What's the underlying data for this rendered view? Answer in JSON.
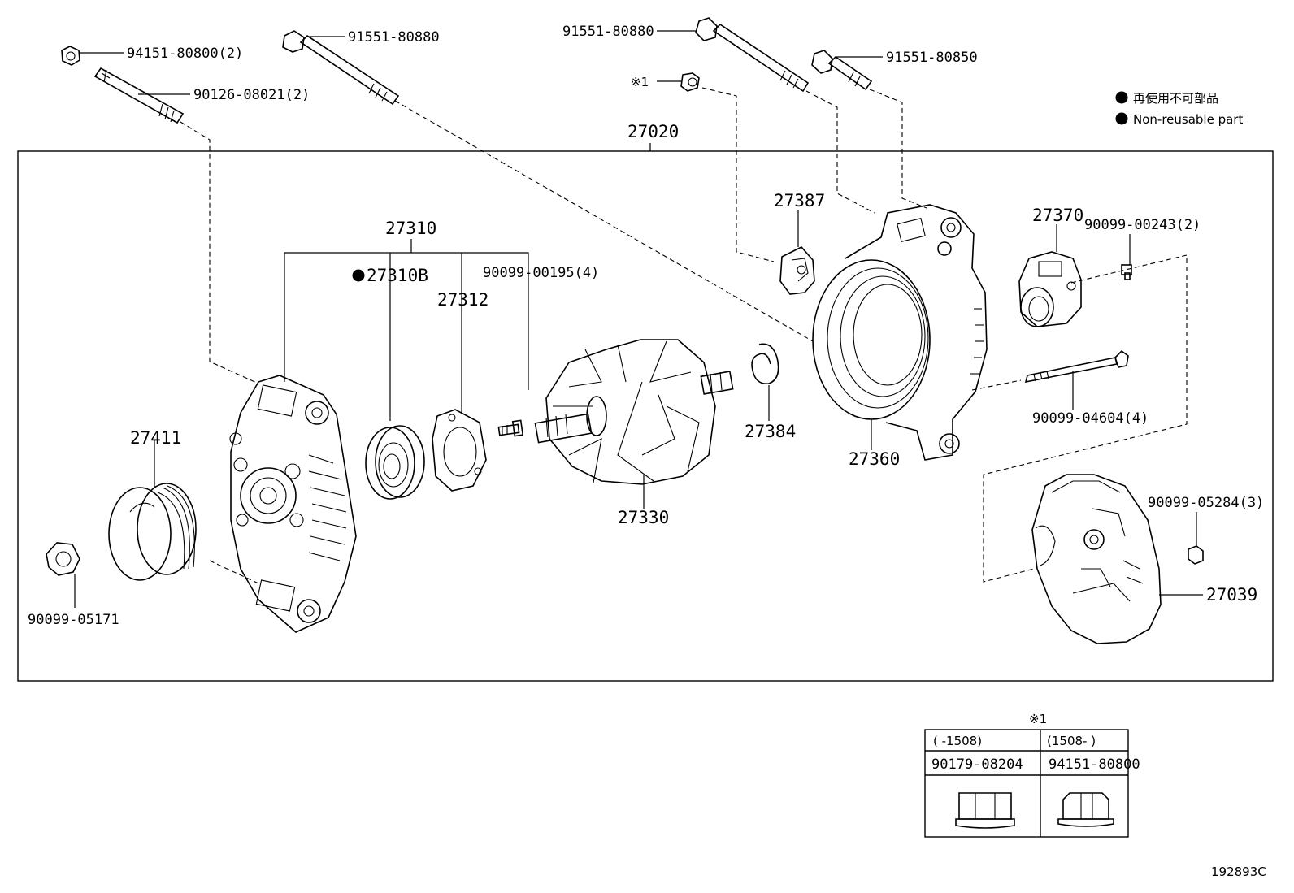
{
  "legend": {
    "jp": "再使用不可部品",
    "en": "Non-reusable part"
  },
  "diagram_code": "192893C",
  "assembly_label": "27020",
  "labels": {
    "p94151_top": "94151-80800(2)",
    "p90126": "90126-08021(2)",
    "p91551_left": "91551-80880",
    "p91551_mid": "91551-80880",
    "p91551_right": "91551-80850",
    "note_ref": "※1",
    "p27387": "27387",
    "p27370": "27370",
    "p90099_00243": "90099-00243(2)",
    "p27310": "27310",
    "p27310B": "27310B",
    "p27312": "27312",
    "p90099_00195": "90099-00195(4)",
    "p27411": "27411",
    "p27384": "27384",
    "p27360": "27360",
    "p90099_04604": "90099-04604(4)",
    "p27330": "27330",
    "p90099_05284": "90099-05284(3)",
    "p27039": "27039",
    "p90099_05171": "90099-05171"
  },
  "note_table": {
    "title": "※1",
    "col1_range": "(      -1508)",
    "col2_range": "(1508-      )",
    "col1_part": "90179-08204",
    "col2_part": "94151-80800"
  }
}
